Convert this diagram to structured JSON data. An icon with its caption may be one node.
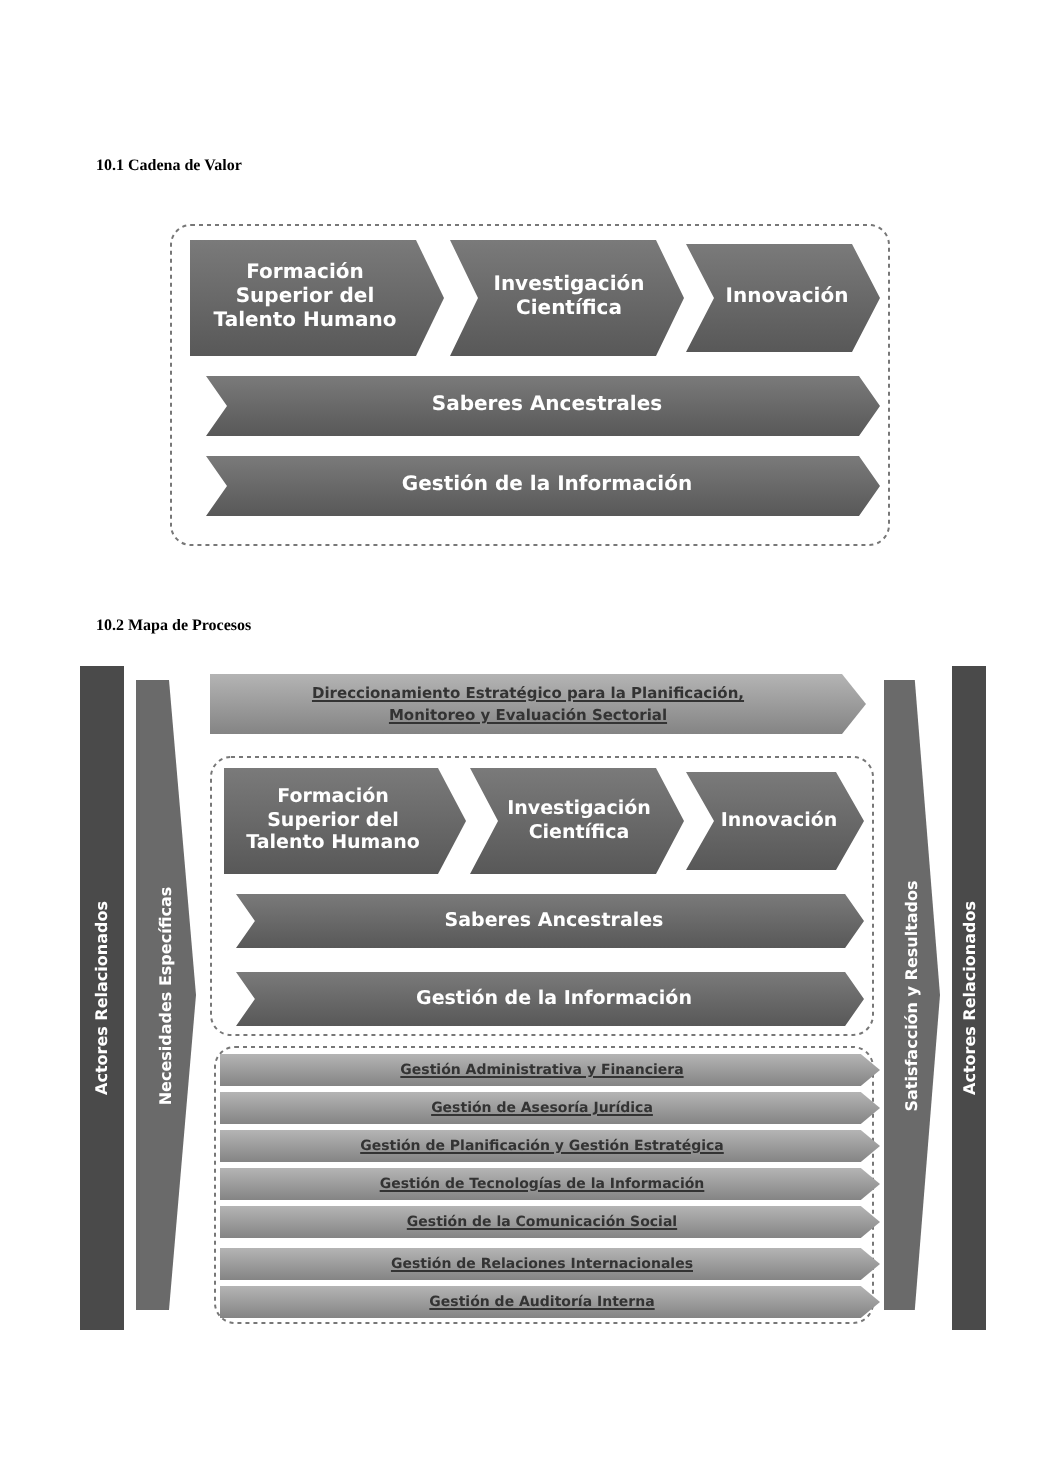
{
  "diagram": {
    "nodes": [
      {
        "text": [],
        "shape": "box"
      },
      {
        "text": [
          "Formación Superior del Talento Humano"
        ],
        "in": 0
      },
      {
        "text": [
          "Investigación Científica"
        ],
        "in": 0
      },
      {
        "text": [
          "Innovación"
        ],
        "in": 0
      },
      {
        "text": [
          "Saberes Ancestrales"
        ],
        "in": 0
      },
      {
        "text": [
          "Gestión de la Información"
        ],
        "in": 0
      },
      {
        "text": [
          "Actores Relacionados"
        ]
      },
      {
        "text": [
          "Necesidades Específicas"
        ]
      },
      {
        "text": [
          "Direccionamiento Estratégico para la Planificación, Monitoreo y Evaluación Sectorial"
        ]
      },
      {
        "text": [],
        "shape": "box"
      },
      {
        "text": [
          "Formación Superior del Talento Humano"
        ],
        "in": 9
      },
      {
        "text": [
          "Investigación Científica"
        ],
        "in": 9
      },
      {
        "text": [
          "Innovación"
        ],
        "in": 9
      },
      {
        "text": [
          "Saberes Ancestrales"
        ],
        "in": 9
      },
      {
        "text": [
          "Gestión de la Información"
        ],
        "in": 9
      },
      {
        "text": [],
        "shape": "box"
      },
      {
        "text": [
          "Gestión Administrativa y Financiera"
        ],
        "in": 15
      },
      {
        "text": [
          "Gestión de Asesoría Jurídica"
        ],
        "in": 15
      },
      {
        "text": [
          "Gestión de Planificación y Gestión Estratégica"
        ],
        "in": 15
      },
      {
        "text": [
          "Gestión de Tecnologías de la Información"
        ],
        "in": 15
      },
      {
        "text": [
          "Gestión de la Comunicación Social"
        ],
        "in": 15
      },
      {
        "text": [
          "Gestión de Relaciones Internacionales"
        ],
        "in": 15
      },
      {
        "text": [
          "Gestión de Auditoría Interna"
        ],
        "in": 15
      },
      {
        "text": [
          "Satisfacción y Resultados"
        ]
      },
      {
        "text": [
          "Actores Relacionados"
        ]
      }
    ],
    "labels": [
      "10.1 Cadena de Valor",
      "10.2 Mapa de Procesos"
    ]
  }
}
